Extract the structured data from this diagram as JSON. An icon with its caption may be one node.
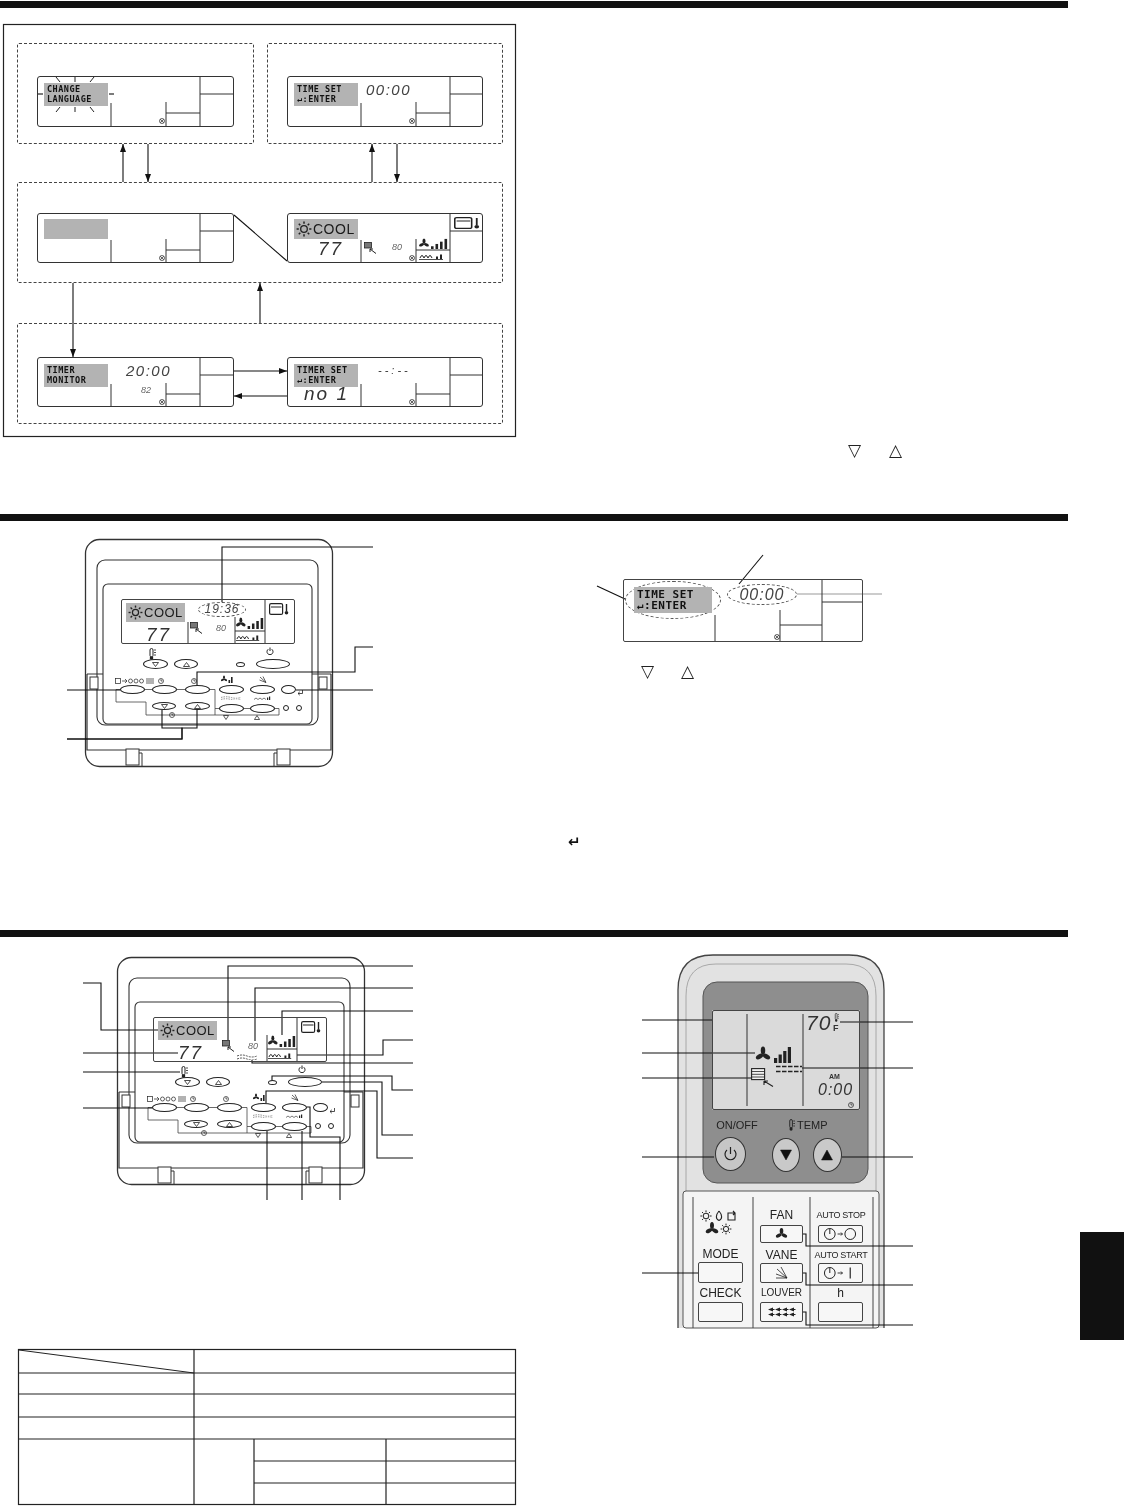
{
  "diagram": {
    "nodes": [
      {
        "text": [],
        "shape": "box"
      },
      {
        "text": [
          "CHANGE LANGUAGE"
        ],
        "in": 0
      },
      {
        "text": [],
        "shape": "box"
      },
      {
        "text": [
          "TIME SET ↵:ENTER",
          "00:00"
        ],
        "in": 2
      },
      {
        "text": [],
        "shape": "box"
      },
      {
        "text": [],
        "shape": "box",
        "in": 4
      },
      {
        "text": [
          "COOL",
          "77",
          "80"
        ],
        "in": 4
      },
      {
        "text": [],
        "shape": "box"
      },
      {
        "text": [
          "TIMER MONITOR",
          "20:00",
          "82"
        ],
        "in": 7
      },
      {
        "text": [
          "TIMER SET ↵:ENTER",
          "--:--",
          "no 1"
        ],
        "in": 7
      },
      {
        "text": [],
        "shape": "box"
      },
      {
        "text": [
          "COOL"
        ],
        "in": 10
      },
      {
        "text": [
          "19:36"
        ],
        "in": 10
      },
      {
        "text": [
          "77"
        ],
        "in": 10
      },
      {
        "text": [
          "80"
        ],
        "in": 10
      },
      {
        "text": [],
        "shape": "ellipse"
      },
      {
        "text": [],
        "shape": "ellipse"
      },
      {
        "text": [],
        "shape": "ellipse"
      },
      {
        "text": [],
        "shape": "ellipse"
      },
      {
        "text": [],
        "shape": "ellipse"
      },
      {
        "text": [],
        "shape": "box"
      },
      {
        "text": [
          "TIME SET ↵:ENTER"
        ],
        "in": 20
      },
      {
        "text": [
          "00:00"
        ],
        "in": 20
      },
      {
        "text": [],
        "shape": "box"
      },
      {
        "text": [
          "COOL"
        ],
        "in": 23
      },
      {
        "text": [
          "77"
        ],
        "in": 23
      },
      {
        "text": [],
        "shape": "picture",
        "in": 23
      },
      {
        "text": [
          "80"
        ],
        "in": 23
      },
      {
        "text": [],
        "shape": "picture",
        "in": 23
      },
      {
        "text": [],
        "shape": "picture",
        "in": 23
      },
      {
        "text": [],
        "shape": "picture",
        "in": 23
      },
      {
        "text": [],
        "shape": "picture"
      },
      {
        "text": [],
        "shape": "ellipse"
      },
      {
        "text": [],
        "shape": "ellipse"
      },
      {
        "text": [],
        "shape": "ellipse"
      },
      {
        "text": [],
        "shape": "ellipse"
      },
      {
        "text": [],
        "shape": "ellipse"
      },
      {
        "text": [],
        "shape": "ellipse"
      },
      {
        "text": [],
        "shape": "ellipse"
      },
      {
        "text": [],
        "shape": "box"
      },
      {
        "text": [
          "70",
          "F"
        ],
        "in": 39
      },
      {
        "text": [],
        "shape": "picture",
        "in": 39
      },
      {
        "text": [],
        "shape": "picture",
        "in": 39
      },
      {
        "text": [],
        "shape": "picture",
        "in": 39
      },
      {
        "text": [
          "ON/OFF"
        ]
      },
      {
        "text": [],
        "shape": "ellipse"
      },
      {
        "text": [],
        "shape": "ellipse"
      },
      {
        "text": [
          "FAN"
        ]
      },
      {
        "text": [
          "AUTO STOP"
        ]
      },
      {
        "text": [
          "MODE"
        ]
      },
      {
        "text": [
          "VANE"
        ]
      },
      {
        "text": [
          "AUTO START"
        ]
      },
      {
        "text": [
          "CHECK"
        ]
      },
      {
        "text": [
          "LOUVER"
        ]
      },
      {
        "text": [
          "h"
        ]
      }
    ],
    "edges": [
      {
        "from": 4,
        "to": 0,
        "arrow": "to"
      },
      {
        "from": 0,
        "to": 4,
        "arrow": "to"
      },
      {
        "from": 4,
        "to": 2,
        "arrow": "to"
      },
      {
        "from": 2,
        "to": 4,
        "arrow": "to"
      },
      {
        "from": 5,
        "to": 6,
        "arrow": "none"
      },
      {
        "from": 4,
        "to": 8,
        "arrow": "to"
      },
      {
        "from": 7,
        "to": 4,
        "arrow": "to"
      },
      {
        "from": 8,
        "to": 9,
        "arrow": "to"
      },
      {
        "from": 9,
        "to": 8,
        "arrow": "to"
      },
      {
        "from": null,
        "to": 12,
        "arrow": "none"
      },
      {
        "from": null,
        "to": 15,
        "arrow": "none"
      },
      {
        "from": null,
        "to": 16,
        "arrow": "none"
      },
      {
        "from": null,
        "to": 17,
        "arrow": "none"
      },
      {
        "from": null,
        "to": 18,
        "arrow": "none"
      },
      {
        "from": null,
        "to": 19,
        "arrow": "none"
      },
      {
        "from": null,
        "to": 21,
        "arrow": "none"
      },
      {
        "from": null,
        "to": 22,
        "arrow": "none"
      },
      {
        "from": null,
        "to": 22,
        "arrow": "none",
        "color": "#999999"
      },
      {
        "from": null,
        "to": 24,
        "arrow": "none"
      },
      {
        "from": null,
        "to": 25,
        "arrow": "none"
      },
      {
        "from": null,
        "to": 31,
        "arrow": "none"
      },
      {
        "from": null,
        "to": 32,
        "arrow": "none"
      },
      {
        "from": null,
        "to": 26,
        "arrow": "none"
      },
      {
        "from": null,
        "to": 27,
        "arrow": "none"
      },
      {
        "from": null,
        "to": 28,
        "arrow": "none"
      },
      {
        "from": null,
        "to": 29,
        "arrow": "none"
      },
      {
        "from": null,
        "to": 30,
        "arrow": "none"
      },
      {
        "from": null,
        "to": 33,
        "arrow": "none"
      },
      {
        "from": null,
        "to": 34,
        "arrow": "none"
      },
      {
        "from": null,
        "to": 35,
        "arrow": "none"
      },
      {
        "from": null,
        "to": 36,
        "arrow": "none"
      },
      {
        "from": null,
        "to": 37,
        "arrow": "none"
      },
      {
        "from": null,
        "to": 38,
        "arrow": "none"
      },
      {
        "from": null,
        "to": 39,
        "arrow": "none"
      },
      {
        "from": null,
        "to": 41,
        "arrow": "none"
      },
      {
        "from": null,
        "to": 42,
        "arrow": "none"
      },
      {
        "from": null,
        "to": 44,
        "arrow": "none"
      },
      {
        "from": null,
        "to": 49,
        "arrow": "none"
      },
      {
        "from": null,
        "to": 40,
        "arrow": "none"
      },
      {
        "from": null,
        "to": 43,
        "arrow": "none"
      },
      {
        "from": null,
        "to": 46,
        "arrow": "none"
      },
      {
        "from": null,
        "to": 47,
        "arrow": "none"
      },
      {
        "from": null,
        "to": 50,
        "arrow": "none"
      },
      {
        "from": null,
        "to": 53,
        "arrow": "none"
      }
    ],
    "labels": [
      "▽",
      "△",
      "▽",
      "△",
      "↵",
      "AM",
      "0:00",
      "TEMP"
    ]
  }
}
